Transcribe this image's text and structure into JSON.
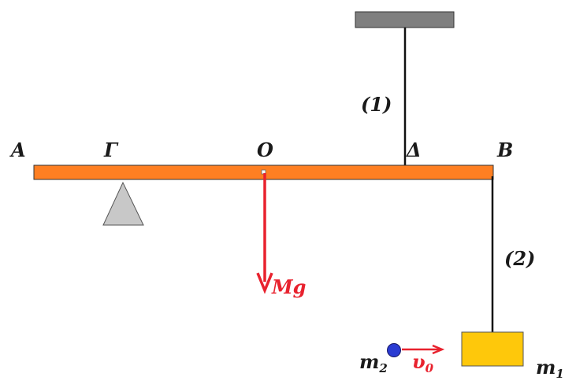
{
  "points": {
    "A": "Α",
    "Gamma": "Γ",
    "O": "Ο",
    "Delta": "Δ",
    "B": "Β"
  },
  "strings": {
    "string1": "(1)",
    "string2": "(2)"
  },
  "force": {
    "main": "M",
    "tail": "g"
  },
  "mass2": {
    "main": "m",
    "sub": "2"
  },
  "velocity": {
    "main": "υ",
    "sub": "0"
  },
  "mass1": {
    "main": "m",
    "sub": "1"
  },
  "colors": {
    "rod": "#fe7f22",
    "ceiling": "#7f7f7f",
    "support": "#c8c8c8",
    "block": "#fec80b",
    "ball": "#2a3bd2",
    "arrow": "#e8222e"
  }
}
